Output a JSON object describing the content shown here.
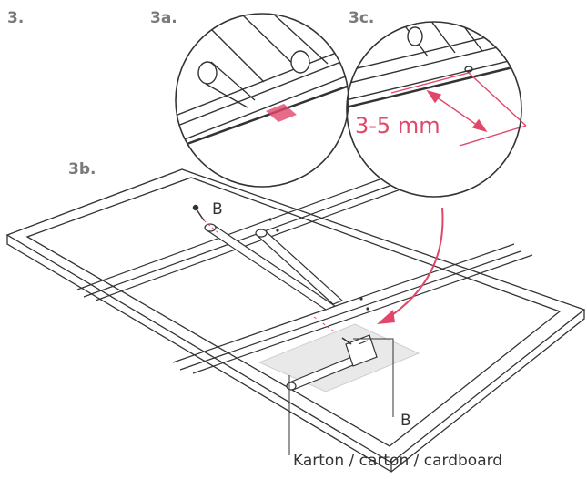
{
  "steps": {
    "main": "3.",
    "detail_a": "3a.",
    "detail_b": "3b.",
    "detail_c": "3c."
  },
  "measurement": "3-5 mm",
  "callouts": {
    "screw_top": "B",
    "screw_bottom": "B",
    "cardboard": "Karton / carton / cardboard"
  },
  "colors": {
    "line": "#333333",
    "accent": "#e0476a",
    "label": "#7a7a7a",
    "cardboard": "#e9e9e9"
  }
}
